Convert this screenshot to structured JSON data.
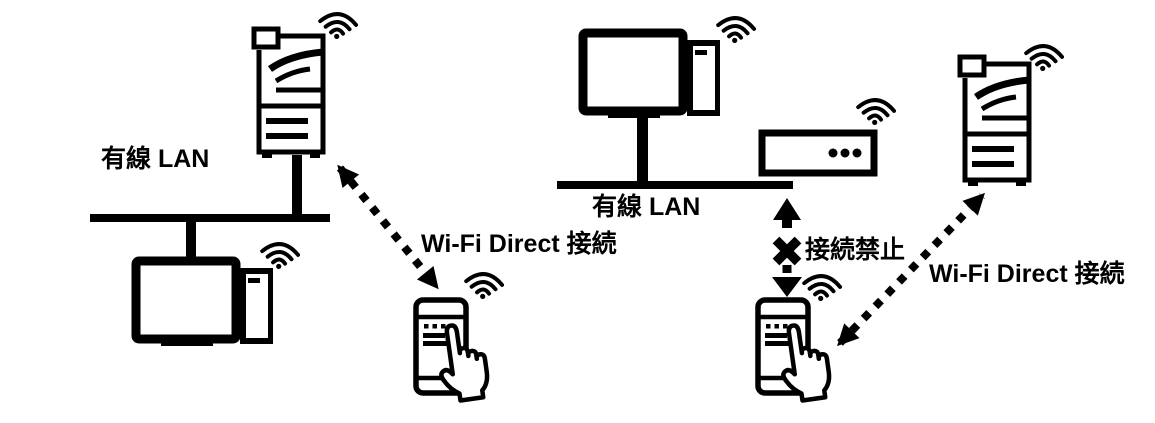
{
  "colors": {
    "foreground": "#000000",
    "background": "#ffffff"
  },
  "left_diagram": {
    "wired_lan_label": "有線 LAN",
    "wifi_direct_label": "Wi-Fi Direct 接続",
    "nodes": [
      {
        "name": "mfp-printer",
        "wireless": true,
        "on_wired_lan": true
      },
      {
        "name": "desktop-computer",
        "wireless": true,
        "on_wired_lan": true
      },
      {
        "name": "smartphone",
        "wireless": true
      }
    ],
    "connections": [
      {
        "from": "mfp-printer",
        "to": "desktop-computer",
        "type": "wired-lan",
        "label": "有線 LAN"
      },
      {
        "from": "mfp-printer",
        "to": "smartphone",
        "type": "wifi-direct",
        "style": "dashed-double-arrow",
        "label": "Wi-Fi Direct 接続"
      }
    ]
  },
  "right_diagram": {
    "wired_lan_label": "有線 LAN",
    "connection_prohibited_label": "接続禁止",
    "wifi_direct_label": "Wi-Fi Direct 接続",
    "nodes": [
      {
        "name": "desktop-computer",
        "wireless": true,
        "on_wired_lan": true
      },
      {
        "name": "wireless-router",
        "wireless": true,
        "on_wired_lan": true
      },
      {
        "name": "smartphone",
        "wireless": true
      },
      {
        "name": "mfp-printer",
        "wireless": true
      }
    ],
    "connections": [
      {
        "from": "desktop-computer",
        "to": "wireless-router",
        "type": "wired-lan",
        "label": "有線 LAN"
      },
      {
        "from": "wireless-router",
        "to": "smartphone",
        "type": "prohibited",
        "style": "double-arrow-with-x",
        "label": "接続禁止"
      },
      {
        "from": "smartphone",
        "to": "mfp-printer",
        "type": "wifi-direct",
        "style": "dashed-double-arrow",
        "label": "Wi-Fi Direct 接続"
      }
    ]
  }
}
